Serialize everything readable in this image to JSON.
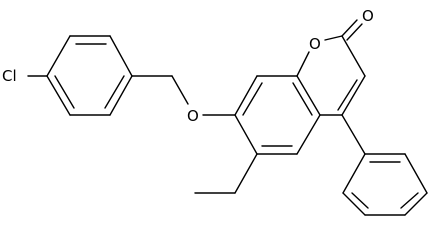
{
  "diagram": {
    "type": "chemical-structure",
    "atom_labels": {
      "chlorine": "Cl",
      "ether_oxygen": "O",
      "ring_oxygen": "O",
      "carbonyl_oxygen": "O"
    }
  }
}
